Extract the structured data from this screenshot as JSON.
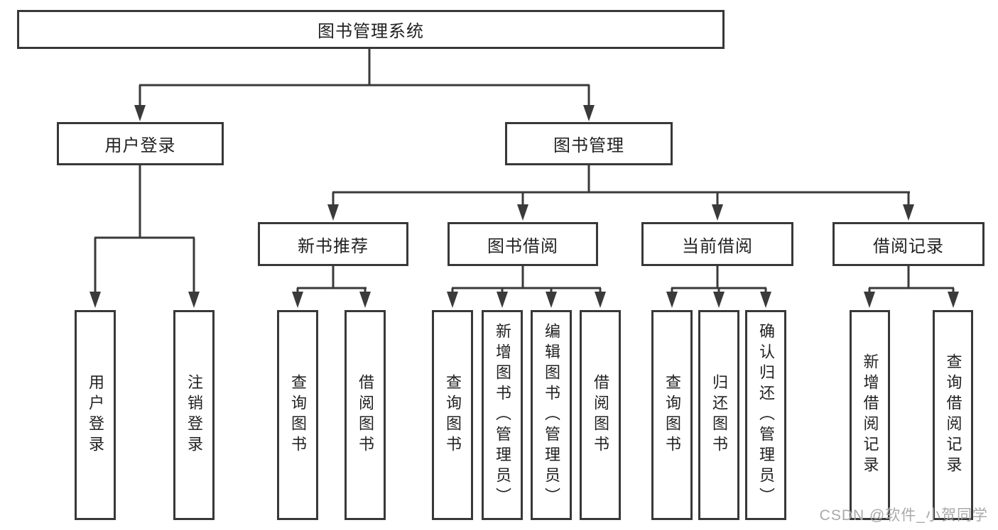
{
  "diagram": {
    "root": {
      "label": "图书管理系统"
    },
    "branches": [
      {
        "label": "用户登录"
      },
      {
        "label": "图书管理"
      }
    ],
    "modules": [
      {
        "label": "新书推荐"
      },
      {
        "label": "图书借阅"
      },
      {
        "label": "当前借阅"
      },
      {
        "label": "借阅记录"
      }
    ],
    "leaves": [
      {
        "label": "用户登录"
      },
      {
        "label": "注销登录"
      },
      {
        "label": "查询图书"
      },
      {
        "label": "借阅图书"
      },
      {
        "label": "查询图书"
      },
      {
        "label": "新增图书（管理员）"
      },
      {
        "label": "编辑图书（管理员）"
      },
      {
        "label": "借阅图书"
      },
      {
        "label": "查询图书"
      },
      {
        "label": "归还图书"
      },
      {
        "label": "确认归还（管理员）"
      },
      {
        "label": "新增借阅记录"
      },
      {
        "label": "查询借阅记录"
      }
    ]
  },
  "watermark": {
    "text": "CSDN @软件_小贺同学"
  },
  "colors": {
    "line": "#3a3a3a",
    "box_border": "#383838",
    "text": "#222222",
    "watermark": "#a9a9a9",
    "background": "#ffffff"
  }
}
